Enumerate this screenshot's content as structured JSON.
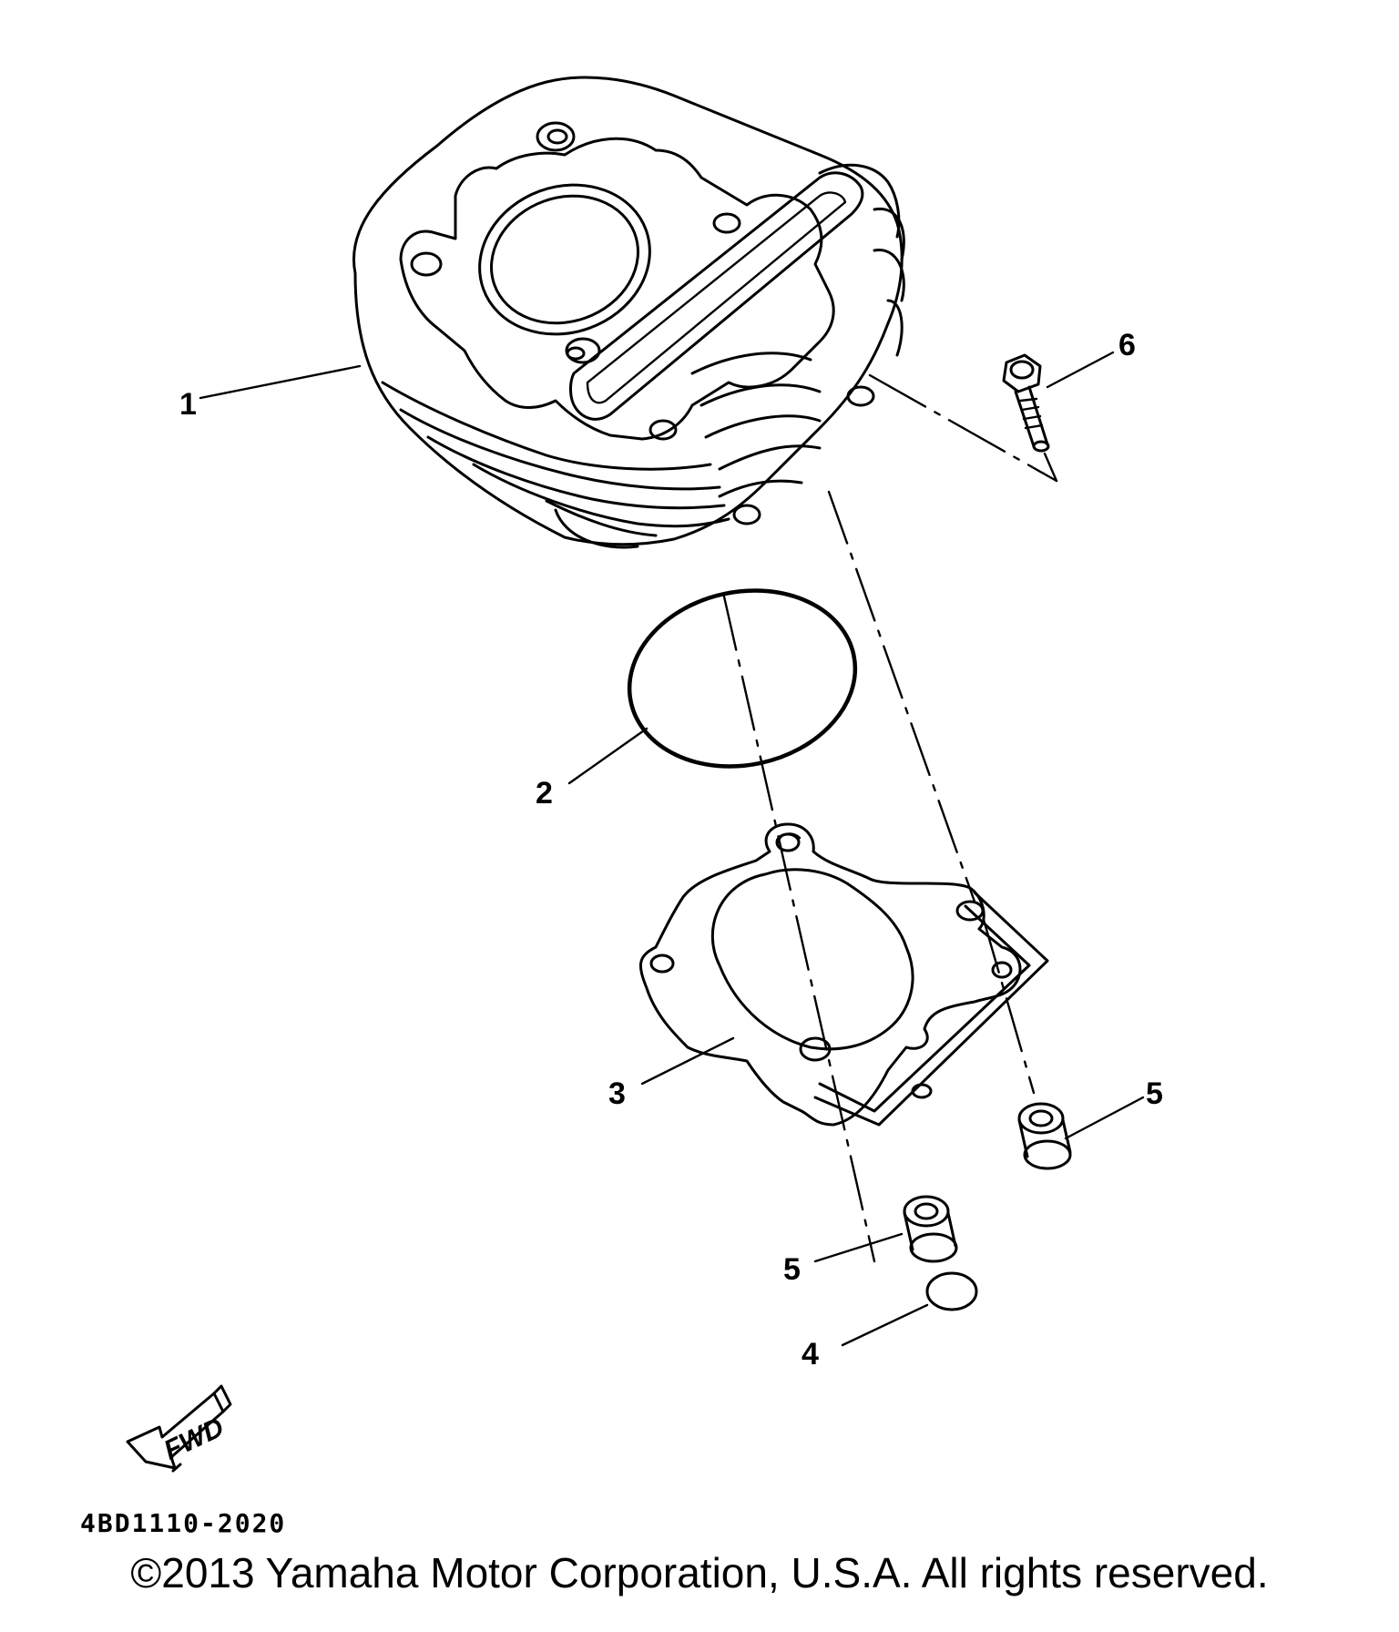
{
  "diagram": {
    "callouts": [
      {
        "id": "1",
        "label": "1"
      },
      {
        "id": "2",
        "label": "2"
      },
      {
        "id": "3",
        "label": "3"
      },
      {
        "id": "4",
        "label": "4"
      },
      {
        "id": "5a",
        "label": "5"
      },
      {
        "id": "5b",
        "label": "5"
      },
      {
        "id": "6",
        "label": "6"
      }
    ],
    "direction_label": "FWD",
    "diagram_code": "4BD1110-2020"
  },
  "footer": {
    "copyright": "©2013 Yamaha Motor Corporation, U.S.A. All rights reserved."
  }
}
